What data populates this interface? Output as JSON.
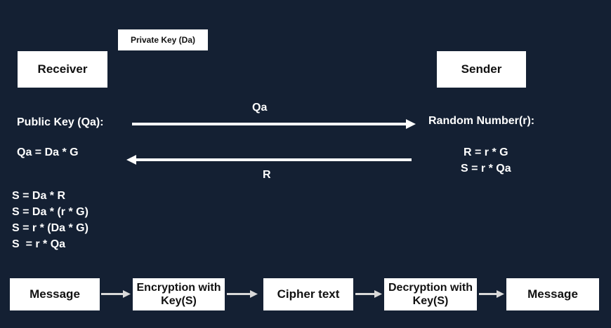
{
  "colors": {
    "background": "#142033",
    "box": "#ffffff",
    "text": "#ffffff"
  },
  "receiver": {
    "label": "Receiver"
  },
  "sender": {
    "label": "Sender"
  },
  "private_key": {
    "label": "Private Key (Da)"
  },
  "receiver_side": {
    "public_key_label": "Public Key (Qa):",
    "public_key_formula": "Qa = Da * G",
    "derivation": [
      "S = Da * R",
      "S = Da * (r * G)",
      "S = r * (Da * G)",
      "S  = r * Qa"
    ]
  },
  "sender_side": {
    "random_label": "Random Number(r):",
    "formulas": [
      "R = r * G",
      "S = r * Qa"
    ]
  },
  "arrows": {
    "to_sender_label": "Qa",
    "to_receiver_label": "R"
  },
  "flow": [
    "Message",
    "Encryption with Key(S)",
    "Cipher text",
    "Decryption with Key(S)",
    "Message"
  ]
}
